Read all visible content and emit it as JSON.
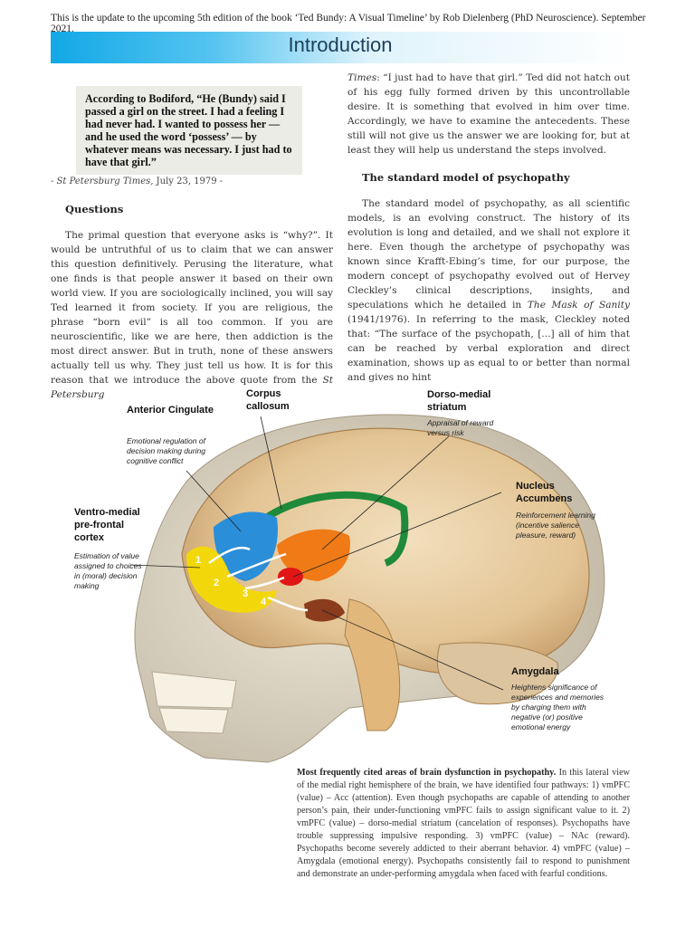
{
  "header_note": "This is the update to the upcoming 5th edition of the book ‘Ted Bundy: A Visual Timeline’ by Rob Dielenberg (PhD Neuroscience). September 2021.",
  "title": "Introduction",
  "quote": {
    "text": "According to Bodiford, “He (Bundy) said I passed a girl on the street. I had a feeling I had never had. I wanted to possess her — and he used the word ‘possess’ — by whatever means was necessary. I just had to have that girl.”",
    "source": "- St Petersburg Times,",
    "date": "July 23, 1979 -"
  },
  "left_column": {
    "heading": "Questions",
    "paragraph": "The primal question that everyone asks is “why?”. It would be untruthful of us to claim that we can answer this question definitively. Perusing the literature, what one finds is that people answer it based on their own world view. If you are sociologically inclined, you will say Ted learned it from society. If you are religious, the phrase “born evil” is all too common. If you are neuroscientific, like we are here, then addiction is the most direct answer. But in truth, none of these answers actually tell us why. They just tell us how. It is for this reason that we introduce the above quote from the",
    "paragraph_italic_end": "St Petersburg"
  },
  "right_column": {
    "para1_italic_start": "Times",
    "para1": ": “I just had to have that girl.” Ted did not hatch out of his egg fully formed driven by this uncontrollable desire. It is something that evolved in him over time. Accordingly, we have to examine the antecedents. These still will not give us the answer we are looking for, but at least they will help us understand the steps involved.",
    "heading": "The standard model of psychopathy",
    "para2_a": "The standard model of psychopathy, as all scientific models, is an evolving construct. The history of its evolution is long and detailed, and we shall not explore it here. Even though the archetype of psychopathy was known since Krafft-Ebing’s time, for our purpose, the modern concept of psychopathy evolved out of Hervey Cleckley’s clinical descriptions, insights, and speculations which he detailed in",
    "para2_book": "The Mask of Sanity",
    "para2_b": "(1941/1976). In referring to the mask, Cleckley noted that: “The surface of the psychopath, [...] all of him that can be reached by verbal exploration and direct examination, shows up as equal to or better than normal and gives no hint"
  },
  "figure": {
    "labels": {
      "anterior_cingulate": {
        "title": "Anterior Cingulate",
        "desc": "Emotional regulation of decision making during cognitive conflict"
      },
      "corpus_callosum": {
        "title": "Corpus callosum"
      },
      "dorso_medial_striatum": {
        "title": "Dorso-medial striatum",
        "desc": "Appraisal of reward versus risk"
      },
      "nucleus_accumbens": {
        "title": "Nucleus Accumbens",
        "desc": "Reinforcement learning (incentive salience pleasure, reward)"
      },
      "vmpfc": {
        "title": "Ventro-medial pre-frontal cortex",
        "desc": "Estimation of value assigned to choices in (moral) decision making"
      },
      "amygdala": {
        "title": "Amygdala",
        "desc": "Heightens significance of experiences and memories by charging them with negative (or) positive emotional energy"
      }
    },
    "pathway_numbers": [
      "1",
      "2",
      "3",
      "4"
    ]
  },
  "caption": {
    "bold": "Most frequently cited areas of brain dysfunction in psychopathy.",
    "text": "In this lateral view of the medial right hemisphere of the brain, we have identified four pathways: 1) vmPFC (value) – Acc (attention). Even though psychopaths are capable of attending to another person’s pain, their under-functioning vmPFC fails to assign significant value to it. 2) vmPFC (value) – dorso-medial striatum (cancelation of responses). Psychopaths have trouble suppressing impulsive responding. 3) vmPFC (value) – NAc (reward). Psychopaths become severely addicted to their aberrant behavior. 4) vmPFC (value) – Amygdala (emotional energy). Psychopaths consistently fail to respond to punishment and demonstrate an under-performing amygdala when faced with fearful conditions."
  }
}
